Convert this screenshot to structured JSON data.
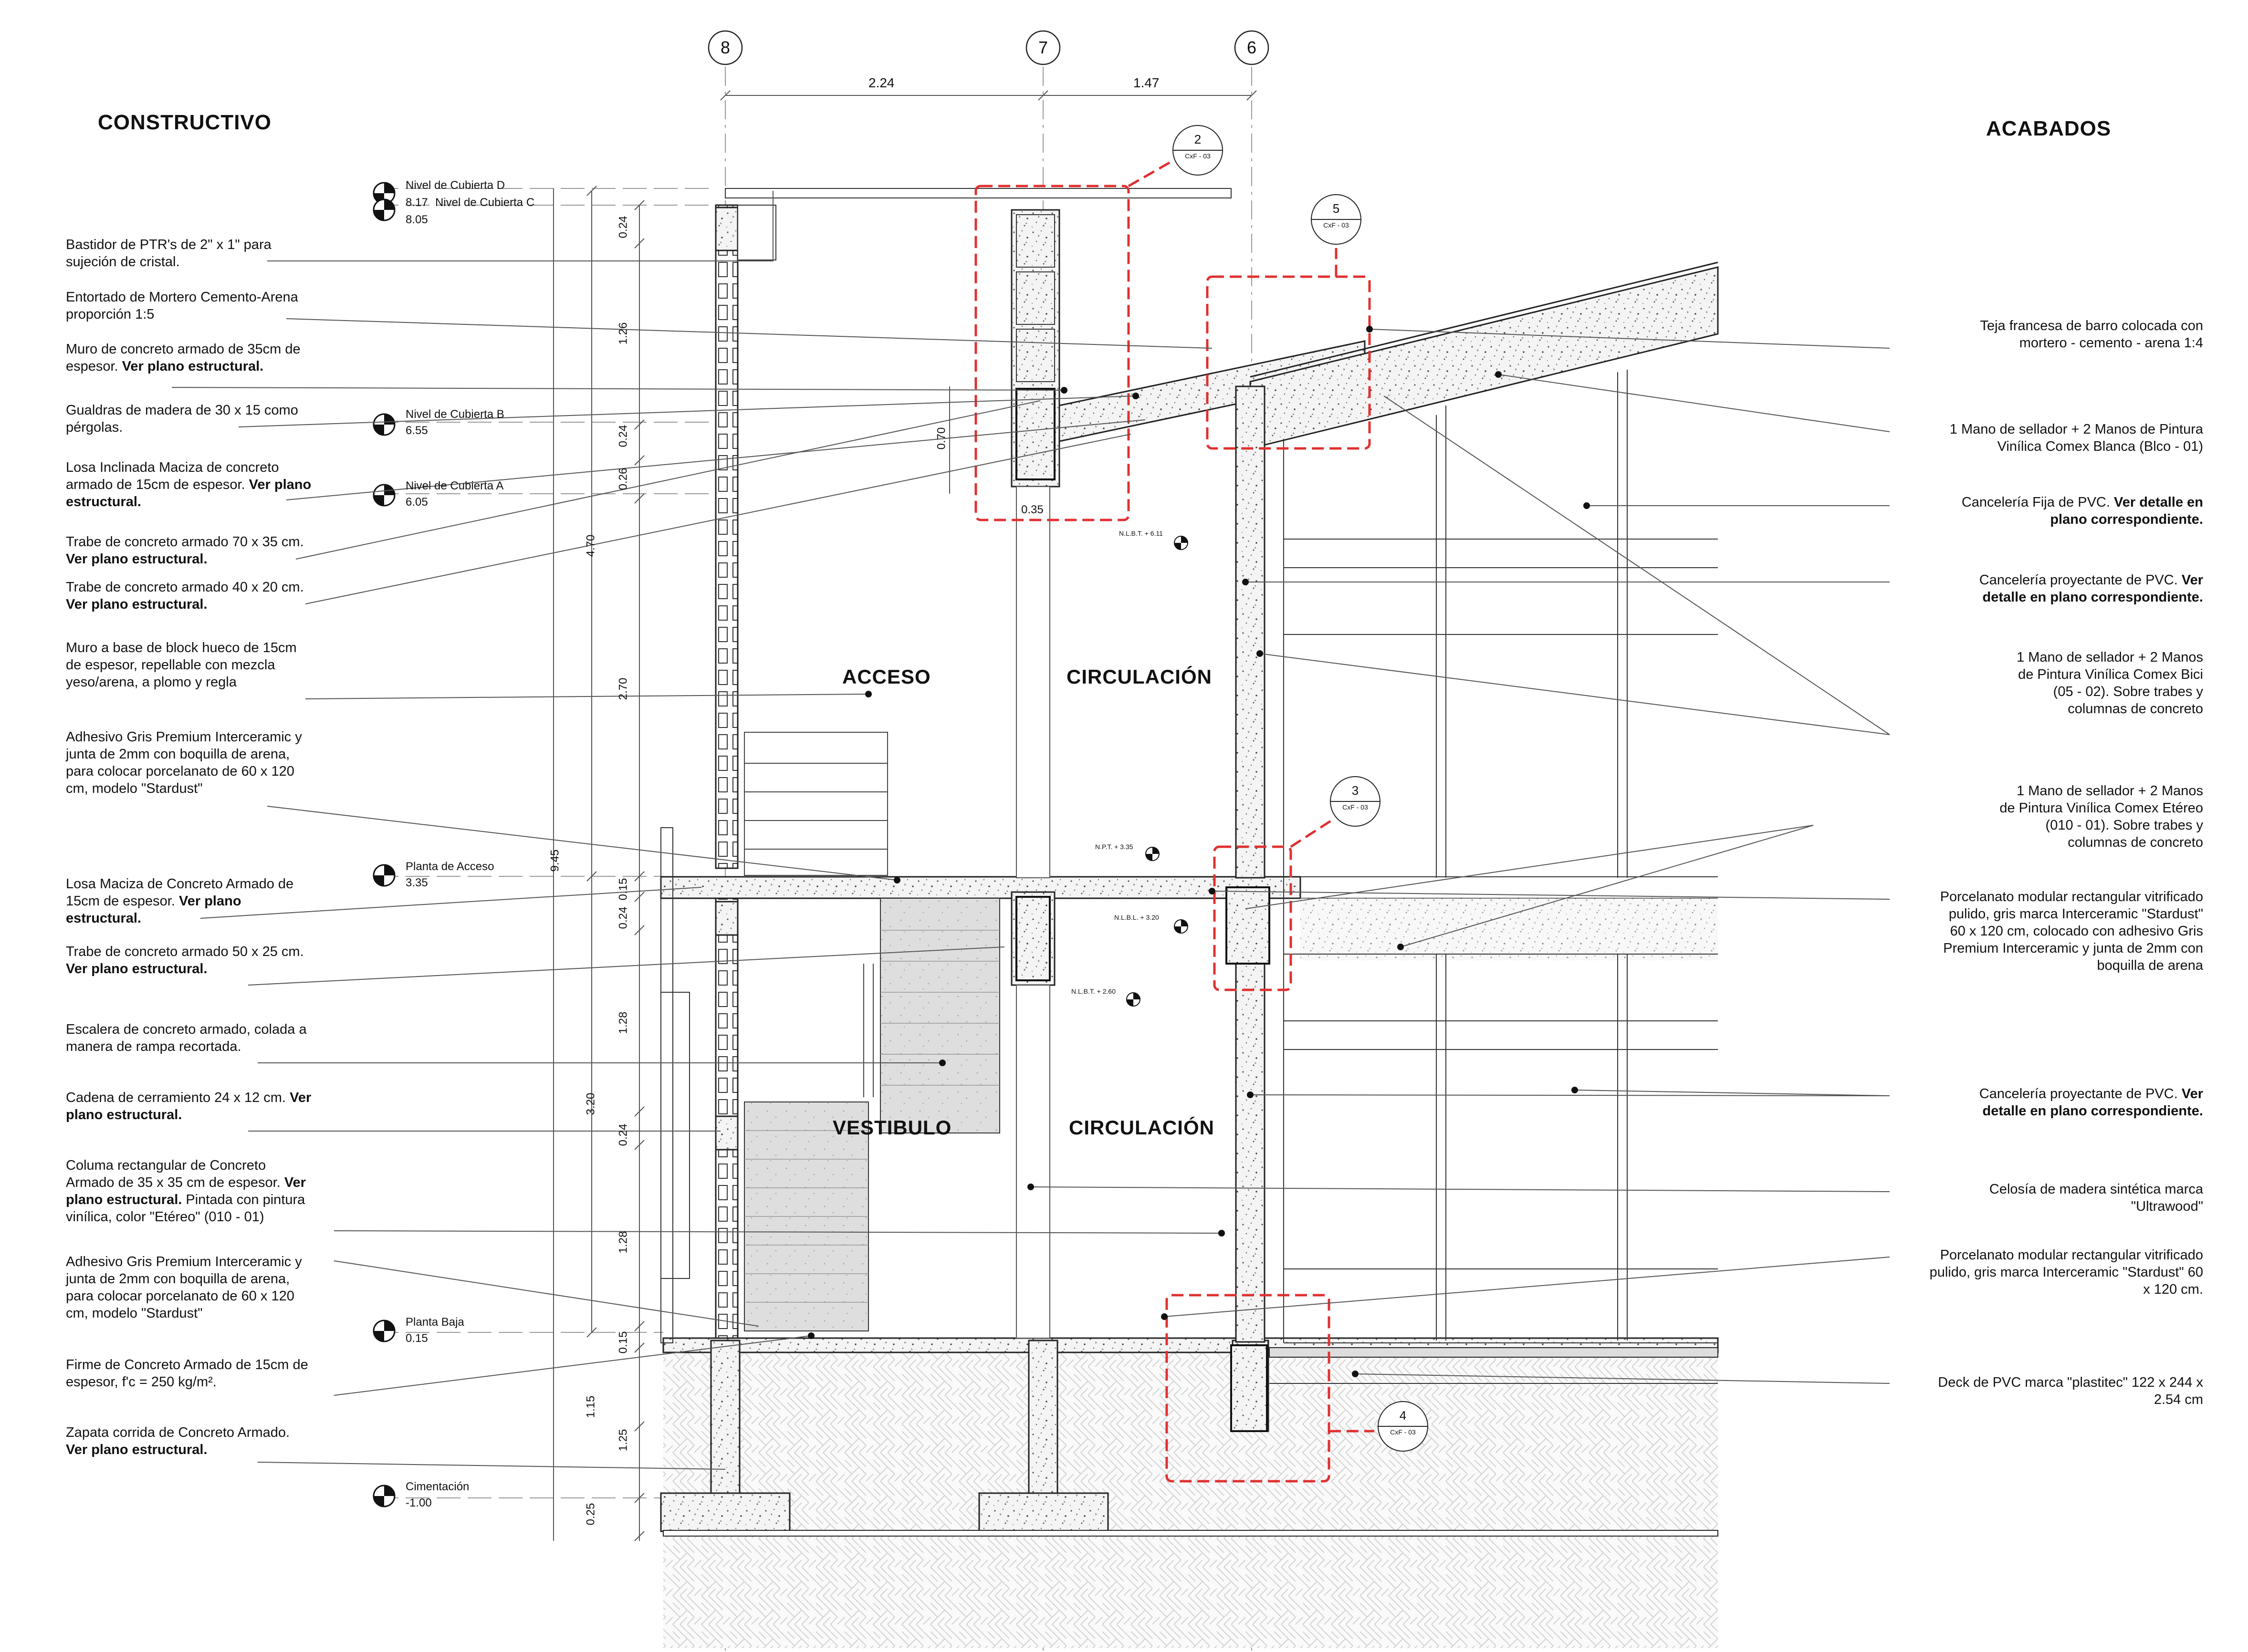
{
  "headings": {
    "left": "CONSTRUCTIVO",
    "right": "ACABADOS"
  },
  "axes": [
    {
      "label": "8"
    },
    {
      "label": "7"
    },
    {
      "label": "6"
    }
  ],
  "dimensions": {
    "horizontal": [
      "2.24",
      "1.47"
    ],
    "vertical_inner": [
      "0.24",
      "1.26",
      "0.24",
      "0.26",
      "2.70",
      "0.15",
      "0.24",
      "1.28",
      "0.24",
      "1.28",
      "0.15",
      "1.15",
      "1.25",
      "0.25"
    ],
    "vertical_outer": [
      "4.70",
      "9.45",
      "3.20"
    ],
    "other": [
      "0.70",
      "0.35"
    ]
  },
  "levels": [
    {
      "name": "Nivel de Cubierta D",
      "value": "8.17"
    },
    {
      "name": "Nivel de Cubierta C",
      "value": "8.05"
    },
    {
      "name": "Nivel de Cubierta B",
      "value": "6.55"
    },
    {
      "name": "Nivel de Cubierta A",
      "value": "6.05"
    },
    {
      "name": "Planta de Acceso",
      "value": "3.35"
    },
    {
      "name": "Planta Baja",
      "value": "0.15"
    },
    {
      "name": "Cimentación",
      "value": "-1.00"
    }
  ],
  "small_labels": [
    "N.L.B.T. + 6.11",
    "N.P.T. + 3.35",
    "N.L.B.L. + 3.20",
    "N.L.B.T. + 2.60"
  ],
  "rooms": [
    "ACCESO",
    "CIRCULACIÓN",
    "VESTIBULO",
    "CIRCULACIÓN"
  ],
  "detail_tags": [
    {
      "num": "2",
      "ref": "CxF - 03"
    },
    {
      "num": "5",
      "ref": "CxF - 03"
    },
    {
      "num": "3",
      "ref": "CxF - 03"
    },
    {
      "num": "4",
      "ref": "CxF - 03"
    }
  ],
  "left_notes": [
    {
      "text": "Bastidor de PTR's de 2\" x 1\" para sujeción de cristal.",
      "bold": ""
    },
    {
      "text": "Entortado de Mortero Cemento-Arena proporción 1:5",
      "bold": ""
    },
    {
      "text": "Muro de concreto armado de 35cm de espesor. ",
      "bold": "Ver plano estructural."
    },
    {
      "text": "Gualdras de madera de 30 x 15 como pérgolas.",
      "bold": ""
    },
    {
      "text": "Losa Inclinada Maciza de concreto armado de 15cm de espesor. ",
      "bold": "Ver plano estructural."
    },
    {
      "text": "Trabe de concreto armado 70 x 35 cm. ",
      "bold": "Ver plano estructural."
    },
    {
      "text": "Trabe de concreto armado 40 x 20 cm. ",
      "bold": "Ver plano estructural."
    },
    {
      "text": "Muro a base de block hueco de 15cm de espesor, repellable con mezcla yeso/arena, a plomo y regla",
      "bold": ""
    },
    {
      "text": "Adhesivo Gris Premium Interceramic y junta de 2mm con boquilla de arena, para colocar porcelanato de 60 x 120 cm, modelo \"Stardust\"",
      "bold": ""
    },
    {
      "text": "Losa Maciza de Concreto Armado de 15cm de espesor. ",
      "bold": "Ver plano estructural."
    },
    {
      "text": "Trabe de concreto armado 50 x 25 cm. ",
      "bold": "Ver plano estructural."
    },
    {
      "text": "Escalera de concreto armado, colada a manera de rampa recortada.",
      "bold": ""
    },
    {
      "text": "Cadena de cerramiento 24 x 12 cm. ",
      "bold": "Ver plano estructural."
    },
    {
      "text": "Columa rectangular de Concreto Armado de 35 x 35 cm de espesor. ",
      "bold": "Ver plano estructural.",
      "tail": " Pintada con pintura vinílica, color \"Etéreo\" (010 - 01)"
    },
    {
      "text": "Adhesivo Gris Premium Interceramic y junta de 2mm con boquilla de arena, para colocar porcelanato de 60 x 120 cm, modelo \"Stardust\"",
      "bold": ""
    },
    {
      "text": "Firme de Concreto Armado de 15cm de espesor, f'c = 250 kg/m².",
      "bold": ""
    },
    {
      "text": "Zapata corrida de Concreto Armado. ",
      "bold": "Ver plano estructural."
    }
  ],
  "right_notes": [
    {
      "text": "Teja francesa de barro colocada con mortero - cemento - arena 1:4",
      "bold": ""
    },
    {
      "text": "1 Mano de sellador + 2 Manos de Pintura Vinílica Comex Blanca (Blco - 01)",
      "bold": ""
    },
    {
      "text": "Cancelería Fija de PVC. ",
      "bold": "Ver detalle en plano correspondiente."
    },
    {
      "text": "Cancelería proyectante de PVC. ",
      "bold": "Ver detalle en plano correspondiente."
    },
    {
      "text": "1 Mano de sellador + 2 Manos de Pintura Vinílica Comex Bici (05 - 02). Sobre trabes y columnas de concreto",
      "bold": ""
    },
    {
      "text": "1 Mano de sellador + 2 Manos de Pintura Vinílica Comex Etéreo  (010 - 01). Sobre trabes y columnas de concreto",
      "bold": ""
    },
    {
      "text": "Porcelanato modular rectangular vitrificado pulido, gris marca Interceramic \"Stardust\" 60 x 120 cm, colocado con adhesivo Gris Premium Interceramic y junta de 2mm con boquilla de arena",
      "bold": ""
    },
    {
      "text": "Cancelería proyectante de PVC. ",
      "bold": "Ver detalle en plano correspondiente."
    },
    {
      "text": "Celosía de madera sintética marca \"Ultrawood\"",
      "bold": ""
    },
    {
      "text": "Porcelanato modular rectangular vitrificado pulido, gris marca Interceramic \"Stardust\" 60 x 120 cm.",
      "bold": ""
    },
    {
      "text": "Deck de PVC marca \"plastitec\" 122 x 244 x 2.54 cm",
      "bold": ""
    }
  ]
}
